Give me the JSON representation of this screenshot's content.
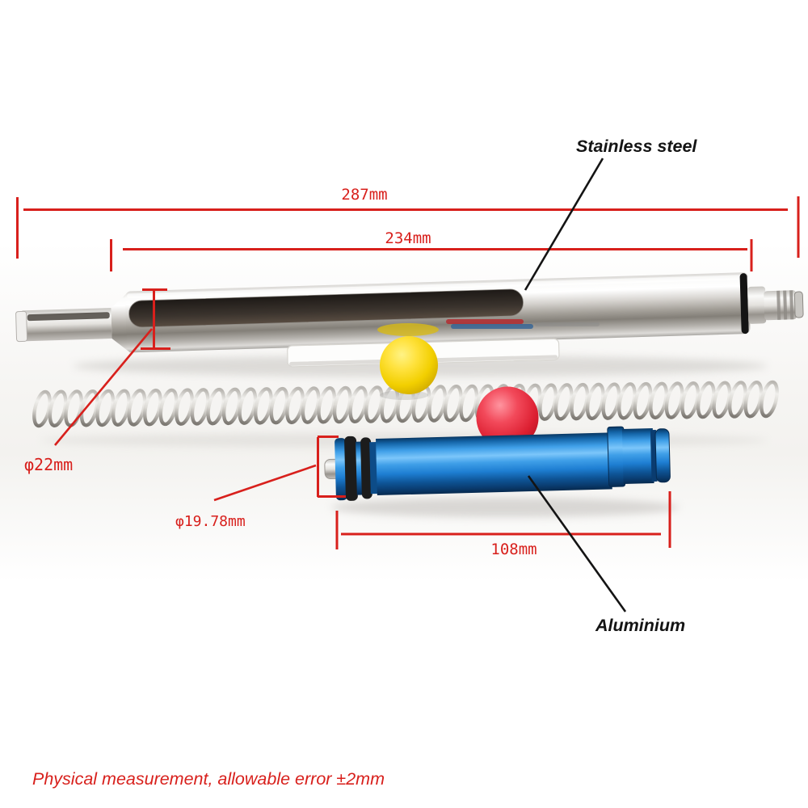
{
  "annotations": {
    "dim_overall_length": "287mm",
    "dim_body_length": "234mm",
    "dim_cylinder_diameter": "φ22mm",
    "dim_piston_diameter": "φ19.78mm",
    "dim_piston_length": "108mm",
    "label_cylinder_material": "Stainless steel",
    "label_piston_material": "Aluminium",
    "footnote": "Physical measurement, allowable error ±2mm"
  },
  "colors": {
    "dimension_red": "#d8201c",
    "label_black": "#141414",
    "steel_silver": "#c9c7c3",
    "piston_blue": "#1f7ecc",
    "ball_yellow": "#f2cf00",
    "ball_red": "#dd2032",
    "spring_silver": "#a8a49e"
  }
}
